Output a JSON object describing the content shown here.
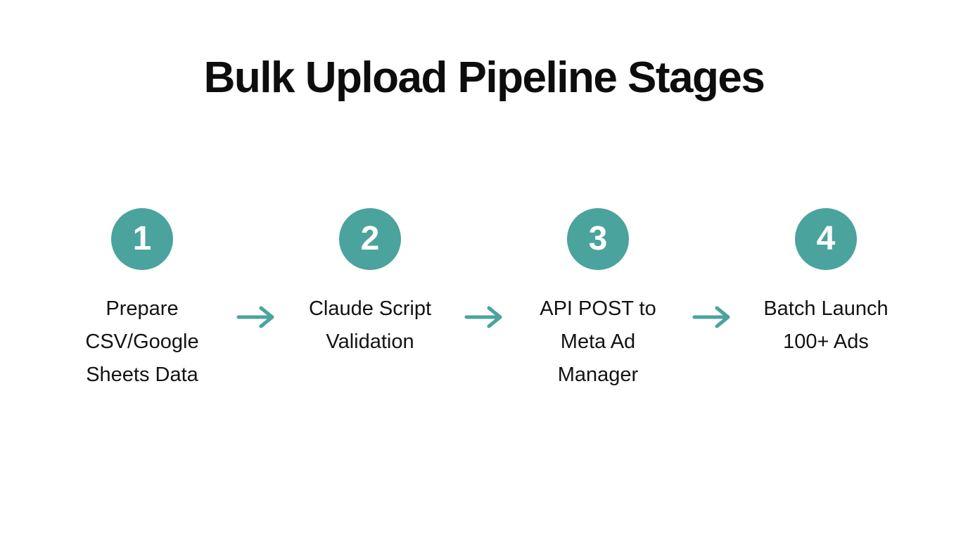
{
  "title": "Bulk Upload Pipeline Stages",
  "colors": {
    "accent": "#4BA39D",
    "title_text": "#0D0D0D",
    "label_text": "#131313",
    "number_text": "#FFFFFF",
    "background": "#FFFFFF"
  },
  "stages": [
    {
      "number": "1",
      "label": "Prepare\nCSV/Google\nSheets Data"
    },
    {
      "number": "2",
      "label": "Claude Script\nValidation"
    },
    {
      "number": "3",
      "label": "API POST to\nMeta Ad\nManager"
    },
    {
      "number": "4",
      "label": "Batch Launch\n100+ Ads"
    }
  ],
  "arrows": {
    "icon": "right-arrow",
    "count": 3
  }
}
